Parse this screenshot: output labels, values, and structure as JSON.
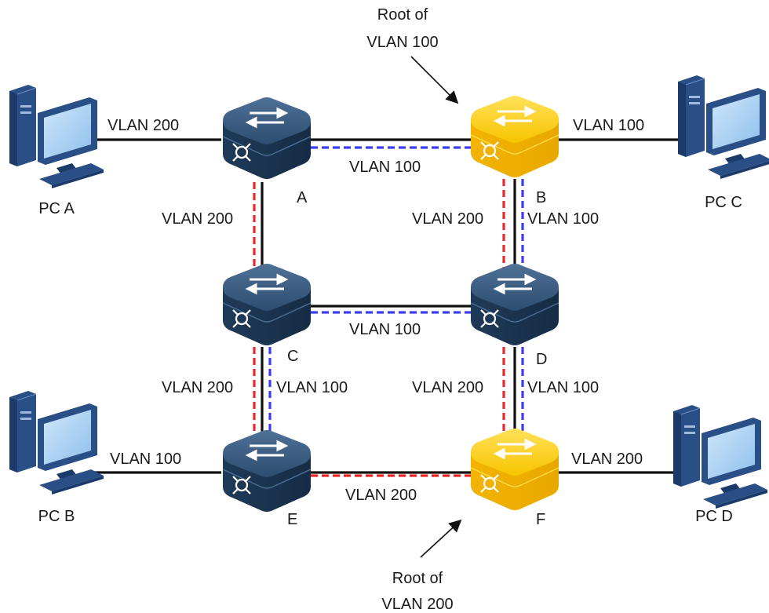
{
  "colors": {
    "vlan100": "#3d3df0",
    "vlan200": "#e8292b",
    "physical_link": "#111111",
    "root_switch": "#f5c400",
    "switch": "#2b4a6b"
  },
  "root_vlan100": {
    "line1": "Root of",
    "line2": "VLAN 100"
  },
  "root_vlan200": {
    "line1": "Root of",
    "line2": "VLAN 200"
  },
  "switches": {
    "A": "A",
    "B": "B",
    "C": "C",
    "D": "D",
    "E": "E",
    "F": "F"
  },
  "pcs": {
    "A": "PC A",
    "B": "PC B",
    "C": "PC C",
    "D": "PC D"
  },
  "links": {
    "pcA_A": "VLAN 200",
    "pcC_B": "VLAN 100",
    "pcB_E": "VLAN 100",
    "pcD_F": "VLAN 200",
    "A_B": "VLAN 100",
    "C_D": "VLAN 100",
    "E_F": "VLAN 200",
    "A_C": "VLAN 200",
    "B_D_red": "VLAN 200",
    "B_D_blue": "VLAN 100",
    "C_E_red": "VLAN 200",
    "C_E_blue": "VLAN 100",
    "D_F_red": "VLAN 200",
    "D_F_blue": "VLAN 100"
  }
}
